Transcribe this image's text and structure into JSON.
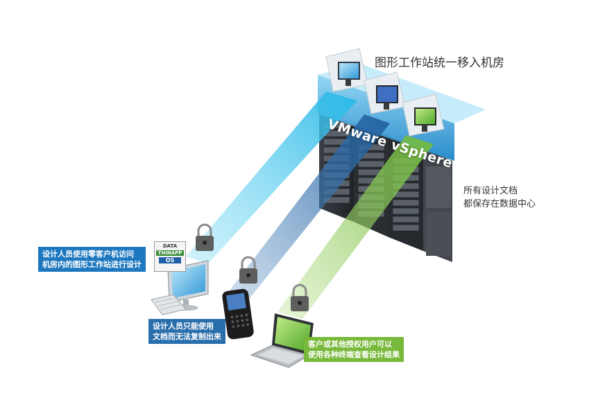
{
  "diagram": {
    "title": "图形工作站统一移入机房",
    "platform_label": "VMware vSphere",
    "side_note": [
      "所有设计文档",
      "都保存在数据中心"
    ],
    "callouts": {
      "designer_zero_client": [
        "设计人员使用零客户机访问",
        "机房内的图形工作站进行设计"
      ],
      "designer_mobile": [
        "设计人员只能使用",
        "文档而无法复制出来"
      ],
      "client_terminals": [
        "客户或其他授权用户可以",
        "使用各种终端查看设计结果"
      ]
    },
    "badge": {
      "line1": "DATA",
      "line2": "THINAPP",
      "line3": "OS"
    },
    "colors": {
      "beam_cyan": "#3fc6ea",
      "beam_blue": "#2b6ea8",
      "beam_green": "#7cc242",
      "callout_blue": "#1e78bf",
      "callout_green": "#78b83a",
      "rack_dark": "#2c2f33"
    },
    "icons": [
      "workstation-monitor-icon",
      "server-rack-icon",
      "padlock-icon",
      "zero-client-monitor-icon",
      "keyboard-icon",
      "smartphone-icon",
      "laptop-icon"
    ]
  }
}
